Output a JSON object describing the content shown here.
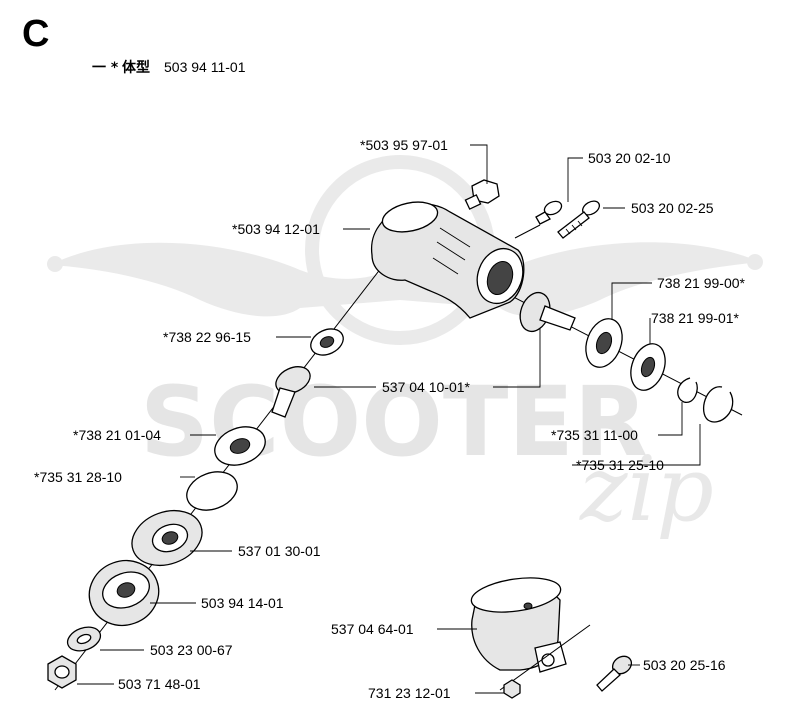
{
  "section_letter": "C",
  "header": {
    "prefix": "一 *",
    "chinese": "体型",
    "number": "503 94 11-01"
  },
  "watermark": {
    "brand": "SCOOTER",
    "script": "zip"
  },
  "parts": [
    {
      "key": "bolt_top",
      "number": "*503 95 97-01"
    },
    {
      "key": "screw_a",
      "number": "503 20 02-10"
    },
    {
      "key": "screw_b",
      "number": "503 20 02-25"
    },
    {
      "key": "housing",
      "number": "*503 94 12-01"
    },
    {
      "key": "bearing_upper_a",
      "number": "738 21 99-00*"
    },
    {
      "key": "bearing_upper_b",
      "number": "738 21 99-01*"
    },
    {
      "key": "bearing_small",
      "number": "*738 22 96-15"
    },
    {
      "key": "gear_pair",
      "number": "537 04 10-01*"
    },
    {
      "key": "bearing_lower",
      "number": "*738 21 01-04"
    },
    {
      "key": "circlip_a",
      "number": "*735 31 11-00"
    },
    {
      "key": "circlip_b",
      "number": "*735 31 25-10"
    },
    {
      "key": "circlip_lower",
      "number": "*735 31 28-10"
    },
    {
      "key": "hub",
      "number": "537 01 30-01"
    },
    {
      "key": "flange",
      "number": "503 94 14-01"
    },
    {
      "key": "washer",
      "number": "503 23 00-67"
    },
    {
      "key": "nut",
      "number": "503 71 48-01"
    },
    {
      "key": "clamp",
      "number": "537 04 64-01"
    },
    {
      "key": "clamp_nut",
      "number": "731 23 12-01"
    },
    {
      "key": "clamp_screw",
      "number": "503 20 25-16"
    }
  ]
}
